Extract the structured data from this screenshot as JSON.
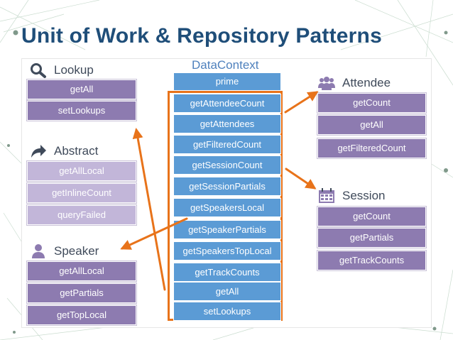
{
  "title": "Unit of Work & Repository Patterns",
  "colors": {
    "title": "#1f4e79",
    "purple_box": "#8d7bb0",
    "faded_box": "#c2b6d9",
    "blue_box": "#5b9bd5",
    "arrow": "#e8731a",
    "header_text": "#3f4a5a"
  },
  "data_context": {
    "title": "DataContext",
    "items": [
      "prime",
      "getAttendeeCount",
      "getAttendees",
      "getFilteredCount",
      "getSessionCount",
      "getSessionPartials",
      "getSpeakersLocal",
      "getSpeakerPartials",
      "getSpeakersTopLocal",
      "getTrackCounts",
      "getAll",
      "setLookups"
    ]
  },
  "lookup": {
    "title": "Lookup",
    "icon": "search-icon",
    "items": [
      "getAll",
      "setLookups"
    ]
  },
  "abstract": {
    "title": "Abstract",
    "icon": "share-arrow-icon",
    "items": [
      "getAllLocal",
      "getInlineCount",
      "queryFailed"
    ]
  },
  "speaker": {
    "title": "Speaker",
    "icon": "person-icon",
    "items": [
      "getAllLocal",
      "getPartials",
      "getTopLocal"
    ]
  },
  "attendee": {
    "title": "Attendee",
    "icon": "people-icon",
    "items": [
      "getCount",
      "getAll",
      "getFilteredCount"
    ]
  },
  "session": {
    "title": "Session",
    "icon": "calendar-icon",
    "items": [
      "getCount",
      "getPartials",
      "getTrackCounts"
    ]
  }
}
